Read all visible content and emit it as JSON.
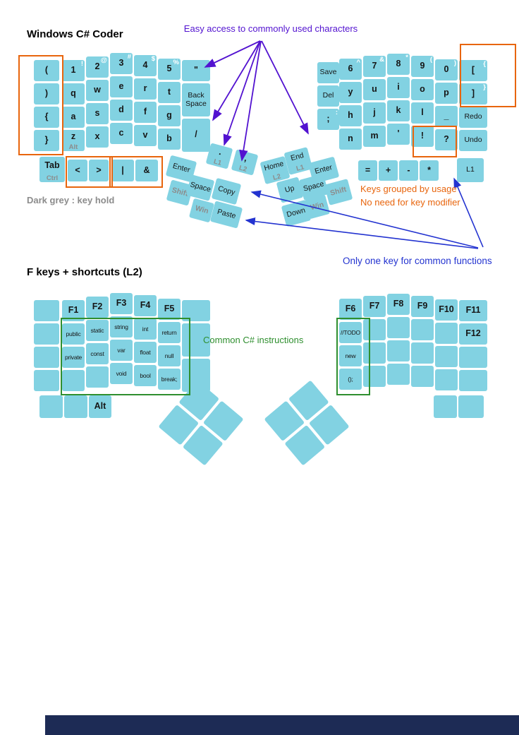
{
  "page": {
    "section1_title": "Windows C# Coder",
    "section2_title": "F keys + shortcuts (L2)",
    "legend": "Dark grey : key hold",
    "annotations": {
      "easy_access": "Easy access to commonly used characters",
      "grouped_usage": "Keys grouped by usage",
      "no_modifier": "No need for key modifier",
      "one_key": "Only one key for common functions",
      "csharp_instructions": "Common C# instructions"
    },
    "colors": {
      "key_fill": "#82d2e2",
      "purple": "#5212d0",
      "orange": "#e8650d",
      "blue": "#2333d0",
      "green": "#2f8f2f",
      "grey_hold": "#8c8c8c",
      "footer": "#1d2b55"
    }
  },
  "keyboard_main": {
    "left": {
      "grid": [
        {
          "c": 0,
          "r": 0,
          "l": "(",
          "id": "open-paren",
          "bold": true
        },
        {
          "c": 0,
          "r": 1,
          "l": ")",
          "id": "close-paren",
          "bold": true
        },
        {
          "c": 0,
          "r": 2,
          "l": "{",
          "id": "open-brace",
          "bold": true
        },
        {
          "c": 0,
          "r": 3,
          "l": "}",
          "id": "close-brace",
          "bold": true
        },
        {
          "c": 1,
          "r": 0,
          "l": "1",
          "sub": "!",
          "bold": true
        },
        {
          "c": 1,
          "r": 1,
          "l": "q",
          "bold": true
        },
        {
          "c": 1,
          "r": 2,
          "l": "a",
          "bold": true
        },
        {
          "c": 1,
          "r": 3,
          "l": "z",
          "hold": "Alt",
          "bold": true
        },
        {
          "c": 2,
          "r": 0,
          "l": "2",
          "sub": "@",
          "bold": true
        },
        {
          "c": 2,
          "r": 1,
          "l": "w",
          "bold": true
        },
        {
          "c": 2,
          "r": 2,
          "l": "s",
          "bold": true
        },
        {
          "c": 2,
          "r": 3,
          "l": "x",
          "bold": true
        },
        {
          "c": 3,
          "r": 0,
          "l": "3",
          "sub": "#",
          "bold": true
        },
        {
          "c": 3,
          "r": 1,
          "l": "e",
          "bold": true
        },
        {
          "c": 3,
          "r": 2,
          "l": "d",
          "bold": true
        },
        {
          "c": 3,
          "r": 3,
          "l": "c",
          "bold": true
        },
        {
          "c": 4,
          "r": 0,
          "l": "4",
          "sub": "$",
          "bold": true
        },
        {
          "c": 4,
          "r": 1,
          "l": "r",
          "bold": true
        },
        {
          "c": 4,
          "r": 2,
          "l": "f",
          "bold": true
        },
        {
          "c": 4,
          "r": 3,
          "l": "v",
          "bold": true
        },
        {
          "c": 5,
          "r": 0,
          "l": "5",
          "sub": "%",
          "bold": true
        },
        {
          "c": 5,
          "r": 1,
          "l": "t",
          "bold": true
        },
        {
          "c": 5,
          "r": 2,
          "l": "g",
          "bold": true
        },
        {
          "c": 5,
          "r": 3,
          "l": "b",
          "bold": true
        },
        {
          "c": 6,
          "r": 0,
          "l": "\"",
          "id": "double-quote",
          "bold": true
        },
        {
          "c": 6,
          "r": 1,
          "h": 1.5,
          "l": "Back Space",
          "id": "backspace",
          "small": true
        },
        {
          "c": 6,
          "r": 2.5,
          "h": 1.5,
          "l": "/",
          "id": "slash",
          "bold": true
        }
      ],
      "bottom": [
        {
          "l": "Tab",
          "hold": "Ctrl",
          "bold": true
        },
        {
          "l": "<",
          "id": "less-than",
          "bold": true
        },
        {
          "l": ">",
          "id": "greater-than",
          "bold": true
        },
        {
          "l": "|",
          "id": "pipe",
          "bold": true
        },
        {
          "l": "&",
          "id": "ampersand",
          "bold": true
        }
      ]
    },
    "right": {
      "grid": [
        {
          "c": 0,
          "r": 0,
          "l": "Save",
          "small": true
        },
        {
          "c": 0,
          "r": 1,
          "l": "Del",
          "small": true
        },
        {
          "c": 0,
          "r": 2,
          "l": ";",
          "id": "semicolon",
          "sub": ":",
          "bold": true
        },
        {
          "c": 1,
          "r": 0,
          "l": "6",
          "sub": "^",
          "bold": true
        },
        {
          "c": 1,
          "r": 1,
          "l": "y",
          "bold": true
        },
        {
          "c": 1,
          "r": 2,
          "l": "h",
          "bold": true
        },
        {
          "c": 1,
          "r": 3,
          "l": "n",
          "bold": true
        },
        {
          "c": 2,
          "r": 0,
          "l": "7",
          "sub": "&",
          "bold": true
        },
        {
          "c": 2,
          "r": 1,
          "l": "u",
          "bold": true
        },
        {
          "c": 2,
          "r": 2,
          "l": "j",
          "bold": true
        },
        {
          "c": 2,
          "r": 3,
          "l": "m",
          "bold": true
        },
        {
          "c": 3,
          "r": 0,
          "l": "8",
          "sub": "*",
          "bold": true
        },
        {
          "c": 3,
          "r": 1,
          "l": "i",
          "bold": true
        },
        {
          "c": 3,
          "r": 2,
          "l": "k",
          "bold": true
        },
        {
          "c": 3,
          "r": 3,
          "l": "'",
          "id": "apostrophe",
          "bold": true
        },
        {
          "c": 4,
          "r": 0,
          "l": "9",
          "sub": "(",
          "bold": true
        },
        {
          "c": 4,
          "r": 1,
          "l": "o",
          "bold": true
        },
        {
          "c": 4,
          "r": 2,
          "l": "l",
          "bold": true
        },
        {
          "c": 4,
          "r": 3,
          "l": "!",
          "id": "exclamation",
          "bold": true
        },
        {
          "c": 5,
          "r": 0,
          "l": "0",
          "sub": ")",
          "bold": true
        },
        {
          "c": 5,
          "r": 1,
          "l": "p",
          "bold": true
        },
        {
          "c": 5,
          "r": 2,
          "l": "_",
          "id": "underscore",
          "bold": true
        },
        {
          "c": 5,
          "r": 3,
          "l": "?",
          "id": "question",
          "bold": true
        },
        {
          "c": 6,
          "r": 0,
          "l": "[",
          "id": "open-bracket",
          "sub": "{",
          "bold": true
        },
        {
          "c": 6,
          "r": 1,
          "l": "]",
          "id": "close-bracket",
          "sub": "}",
          "bold": true
        },
        {
          "c": 6,
          "r": 2,
          "l": "Redo",
          "small": true
        },
        {
          "c": 6,
          "r": 3,
          "l": "Undo",
          "small": true
        }
      ],
      "bottom": [
        {
          "l": "=",
          "id": "equals",
          "bold": true
        },
        {
          "l": "+",
          "id": "plus",
          "bold": true
        },
        {
          "l": "-",
          "id": "minus",
          "bold": true
        },
        {
          "l": "*",
          "id": "asterisk",
          "bold": true
        },
        {
          "l": "L1",
          "small": true
        }
      ]
    },
    "thumb_left": [
      {
        "l": "Enter",
        "small": true
      },
      {
        "l": ".",
        "id": "period",
        "hold": "L1",
        "bold": true
      },
      {
        "l": ",",
        "id": "comma",
        "hold": "L2",
        "bold": true
      },
      {
        "l": "Shift",
        "grey": true
      },
      {
        "l": "Space",
        "small": true
      },
      {
        "l": "Copy",
        "small": true
      },
      {
        "l": "Win",
        "grey": true
      },
      {
        "l": "Paste",
        "small": true
      }
    ],
    "thumb_right": [
      {
        "l": "Home",
        "hold": "L2",
        "small": true
      },
      {
        "l": "End",
        "hold": "L1",
        "small": true
      },
      {
        "l": "Enter",
        "small": true
      },
      {
        "l": "Up",
        "small": true
      },
      {
        "l": "Space",
        "small": true
      },
      {
        "l": "Shift",
        "grey": true
      },
      {
        "l": "Down",
        "small": true
      },
      {
        "l": "Win",
        "grey": true
      }
    ]
  },
  "keyboard_l2": {
    "left": {
      "grid": [
        {
          "c": 0,
          "r": 0
        },
        {
          "c": 0,
          "r": 1
        },
        {
          "c": 0,
          "r": 2
        },
        {
          "c": 0,
          "r": 3
        },
        {
          "c": 1,
          "r": 0,
          "l": "F1",
          "bold": true
        },
        {
          "c": 1,
          "r": 1,
          "l": "public",
          "kw": true
        },
        {
          "c": 1,
          "r": 2,
          "l": "private",
          "kw": true
        },
        {
          "c": 1,
          "r": 3
        },
        {
          "c": 2,
          "r": 0,
          "l": "F2",
          "bold": true
        },
        {
          "c": 2,
          "r": 1,
          "l": "static",
          "kw": true
        },
        {
          "c": 2,
          "r": 2,
          "l": "const",
          "kw": true
        },
        {
          "c": 2,
          "r": 3
        },
        {
          "c": 3,
          "r": 0,
          "l": "F3",
          "bold": true
        },
        {
          "c": 3,
          "r": 1,
          "l": "string",
          "kw": true
        },
        {
          "c": 3,
          "r": 2,
          "l": "var",
          "kw": true
        },
        {
          "c": 3,
          "r": 3,
          "l": "void",
          "kw": true
        },
        {
          "c": 4,
          "r": 0,
          "l": "F4",
          "bold": true
        },
        {
          "c": 4,
          "r": 1,
          "l": "int",
          "kw": true
        },
        {
          "c": 4,
          "r": 2,
          "l": "float",
          "kw": true
        },
        {
          "c": 4,
          "r": 3,
          "l": "bool",
          "kw": true
        },
        {
          "c": 5,
          "r": 0,
          "l": "F5",
          "bold": true
        },
        {
          "c": 5,
          "r": 1,
          "l": "return",
          "kw": true
        },
        {
          "c": 5,
          "r": 2,
          "l": "null",
          "kw": true
        },
        {
          "c": 5,
          "r": 3,
          "l": "break;",
          "id": "break-semicolon",
          "kw": true
        },
        {
          "c": 6,
          "r": 0
        },
        {
          "c": 6,
          "r": 1,
          "h": 1.5
        },
        {
          "c": 6,
          "r": 2.5,
          "h": 1.5
        }
      ],
      "bottom": [
        {},
        {},
        {
          "l": "Alt",
          "bold": true
        }
      ]
    },
    "right": {
      "grid": [
        {
          "c": 1,
          "r": 0,
          "l": "F6",
          "bold": true
        },
        {
          "c": 1,
          "r": 1,
          "l": "//TODO",
          "id": "todo-comment",
          "kw": true
        },
        {
          "c": 1,
          "r": 2,
          "l": "new",
          "kw": true
        },
        {
          "c": 1,
          "r": 3,
          "l": "();",
          "id": "parens-semicolon",
          "kw": true
        },
        {
          "c": 2,
          "r": 0,
          "l": "F7",
          "bold": true
        },
        {
          "c": 2,
          "r": 1
        },
        {
          "c": 2,
          "r": 2
        },
        {
          "c": 2,
          "r": 3
        },
        {
          "c": 3,
          "r": 0,
          "l": "F8",
          "bold": true
        },
        {
          "c": 3,
          "r": 1
        },
        {
          "c": 3,
          "r": 2
        },
        {
          "c": 3,
          "r": 3
        },
        {
          "c": 4,
          "r": 0,
          "l": "F9",
          "bold": true
        },
        {
          "c": 4,
          "r": 1
        },
        {
          "c": 4,
          "r": 2
        },
        {
          "c": 4,
          "r": 3
        },
        {
          "c": 5,
          "r": 0,
          "l": "F10",
          "bold": true
        },
        {
          "c": 5,
          "r": 1
        },
        {
          "c": 5,
          "r": 2
        },
        {
          "c": 5,
          "r": 3
        },
        {
          "c": 6,
          "r": 0,
          "l": "F11",
          "bold": true
        },
        {
          "c": 6,
          "r": 1,
          "l": "F12",
          "bold": true
        },
        {
          "c": 6,
          "r": 2
        },
        {
          "c": 6,
          "r": 3
        }
      ],
      "bottom": [
        {},
        {}
      ]
    }
  }
}
